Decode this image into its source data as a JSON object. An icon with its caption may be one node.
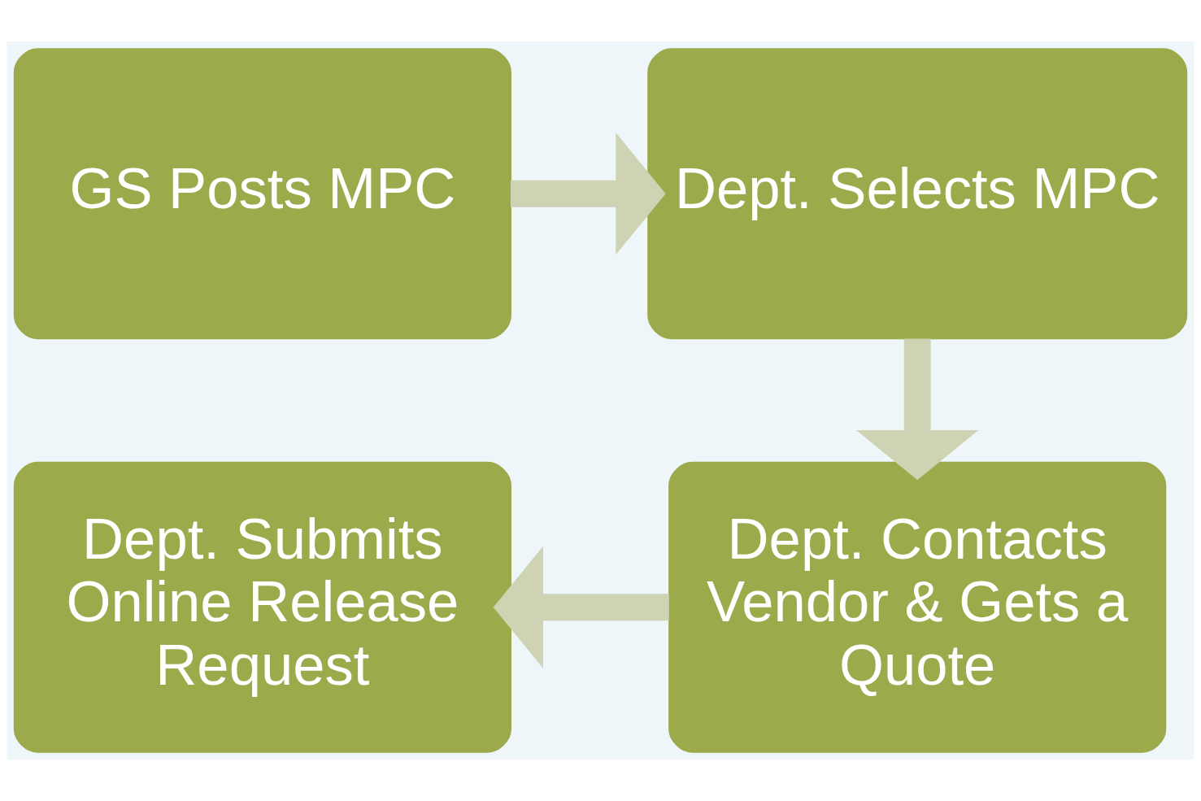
{
  "diagram": {
    "nodes": [
      {
        "text": [
          "GS Posts MPC"
        ]
      },
      {
        "text": [
          "Dept. Selects MPC"
        ]
      },
      {
        "text": [
          "Dept. Contacts Vendor & Gets a Quote"
        ]
      },
      {
        "text": [
          "Dept. Submits Online Release Request"
        ]
      }
    ],
    "edges": [
      {
        "from": 0,
        "to": 1,
        "arrow": "to"
      },
      {
        "from": 1,
        "to": 2,
        "arrow": "to"
      },
      {
        "from": 2,
        "to": 3,
        "arrow": "to"
      }
    ]
  }
}
